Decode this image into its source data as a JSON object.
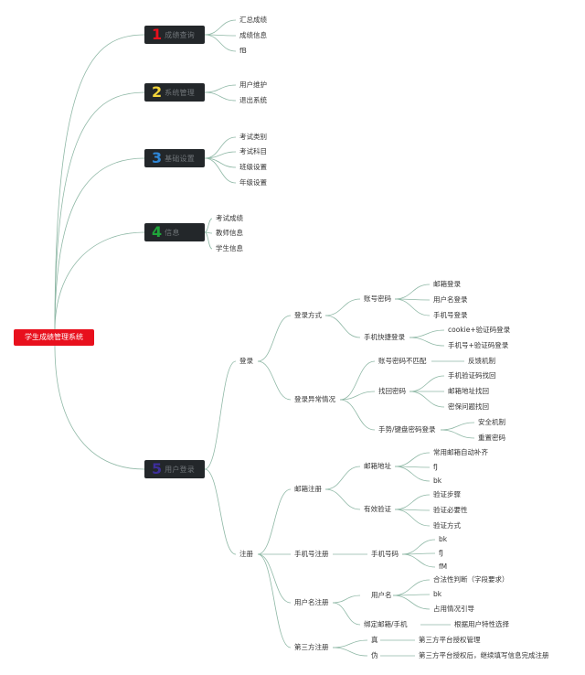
{
  "root": {
    "label": "学生成绩管理系统",
    "color": "#e8101d"
  },
  "hubs": [
    {
      "num": "1",
      "label": "成绩查询",
      "num_color": "#e8101d",
      "children": [
        "汇总成绩",
        "成绩信息",
        "fB"
      ]
    },
    {
      "num": "2",
      "label": "系统管理",
      "num_color": "#f2d43a",
      "children": [
        "用户维护",
        "退出系统"
      ]
    },
    {
      "num": "3",
      "label": "基础设置",
      "num_color": "#2e86d6",
      "children": [
        "考试类别",
        "考试科目",
        "班级设置",
        "年级设置"
      ]
    },
    {
      "num": "4",
      "label": "信息",
      "num_color": "#1fa53a",
      "children": [
        "考试成绩",
        "教师信息",
        "学生信息"
      ]
    },
    {
      "num": "5",
      "label": "用户登录",
      "num_color": "#3d2e9a",
      "children": []
    }
  ],
  "login": {
    "label": "登录",
    "method": {
      "label": "登录方式",
      "account_pwd": {
        "label": "账号密码",
        "items": [
          "邮箱登录",
          "用户名登录",
          "手机号登录"
        ]
      },
      "quick": {
        "label": "手机快捷登录",
        "items": [
          "cookie+验证码登录",
          "手机号+验证码登录"
        ]
      }
    },
    "abnormal": {
      "label": "登录异常情况",
      "mismatch": {
        "label": "账号密码不匹配",
        "item": "反馈机制"
      },
      "recover": {
        "label": "找回密码",
        "items": [
          "手机验证码找回",
          "邮箱地址找回",
          "密保问题找回"
        ]
      },
      "gesture": {
        "label": "手势/键盘密码登录",
        "items": [
          "安全机制",
          "重置密码"
        ]
      }
    }
  },
  "register": {
    "label": "注册",
    "email": {
      "label": "邮箱注册",
      "address": {
        "label": "邮箱地址",
        "items": [
          "常用邮箱自动补齐",
          "fJ",
          "bk"
        ]
      },
      "verify": {
        "label": "有效验证",
        "items": [
          "验证步骤",
          "验证必要性",
          "验证方式"
        ]
      }
    },
    "phone": {
      "label": "手机号注册",
      "number": {
        "label": "手机号码",
        "items": [
          "bk",
          "fJ",
          "fM"
        ]
      }
    },
    "username": {
      "label": "用户名注册",
      "name": {
        "label": "用户名",
        "items": [
          "合法性判断（字段要求）",
          "bk",
          "占用情况引导"
        ]
      },
      "bind": {
        "label": "绑定邮箱/手机",
        "item": "根据用户特性选择"
      }
    },
    "third": {
      "label": "第三方注册",
      "real": {
        "label": "真",
        "item": "第三方平台授权管理"
      },
      "fake": {
        "label": "伪",
        "item": "第三方平台授权后，继续填写信息完成注册"
      }
    }
  },
  "colors": {
    "line": "#8fb8a6",
    "hub_bg": "#23272a"
  }
}
